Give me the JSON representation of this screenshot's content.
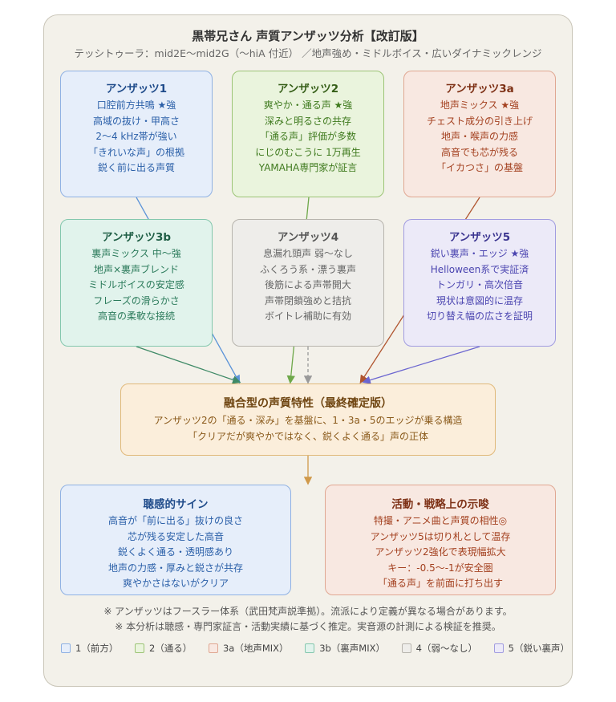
{
  "header": {
    "title": "黒帯兄さん 声質アンザッツ分析【改訂版】",
    "subtitle": "テッシトゥーラ：mid2E〜mid2G（〜hiA 付近） ／地声強め・ミドルボイス・広いダイナミックレンジ"
  },
  "boxes": {
    "a1": {
      "title": "アンザッツ1",
      "lines": [
        "口腔前方共鳴 ★強",
        "高域の抜け・甲高さ",
        "2〜4 kHz帯が強い",
        "「きれいな声」の根拠",
        "鋭く前に出る声質"
      ]
    },
    "a2": {
      "title": "アンザッツ2",
      "lines": [
        "爽やか・通る声 ★強",
        "深みと明るさの共存",
        "「通る声」評価が多数",
        "にじのむこうに 1万再生",
        "YAMAHA専門家が証言"
      ]
    },
    "a3a": {
      "title": "アンザッツ3a",
      "lines": [
        "地声ミックス ★強",
        "チェスト成分の引き上げ",
        "地声・喉声の力感",
        "高音でも芯が残る",
        "「イカつさ」の基盤"
      ]
    },
    "a3b": {
      "title": "アンザッツ3b",
      "lines": [
        "裏声ミックス 中〜強",
        "地声×裏声ブレンド",
        "ミドルボイスの安定感",
        "フレーズの滑らかさ",
        "高音の柔軟な接続"
      ]
    },
    "a4": {
      "title": "アンザッツ4",
      "lines": [
        "息漏れ頭声 弱〜なし",
        "ふくろう系・漂う裏声",
        "後筋による声帯開大",
        "声帯閉鎖強めと拮抗",
        "ボイトレ補助に有効"
      ]
    },
    "a5": {
      "title": "アンザッツ5",
      "lines": [
        "鋭い裏声・エッジ ★強",
        "Helloween系で実証済",
        "トンガリ・高次倍音",
        "現状は意図的に温存",
        "切り替え幅の広さを証明"
      ]
    },
    "fusion": {
      "title": "融合型の声質特性（最終確定版）",
      "lines": [
        "アンザッツ2の「通る・深み」を基盤に、1・3a・5のエッジが乗る構造",
        "「クリアだが爽やかではなく、鋭くよく通る」声の正体"
      ]
    },
    "signs": {
      "title": "聴感的サイン",
      "lines": [
        "高音が「前に出る」抜けの良さ",
        "芯が残る安定した高音",
        "鋭くよく通る・透明感あり",
        "地声の力感・厚みと鋭さが共存",
        "爽やかさはないがクリア"
      ]
    },
    "strategy": {
      "title": "活動・戦略上の示唆",
      "lines": [
        "特撮・アニメ曲と声質の相性◎",
        "アンザッツ5は切り札として温存",
        "アンザッツ2強化で表現幅拡大",
        "キー：-0.5〜-1が安全圏",
        "「通る声」を前面に打ち出す"
      ]
    }
  },
  "notes": [
    "※ アンザッツはフースラー体系（武田梵声説準拠）。流派により定義が異なる場合があります。",
    "※ 本分析は聴感・専門家証言・活動実績に基づく推定。実音源の計測による検証を推奨。"
  ],
  "legend": [
    {
      "label": "1（前方）",
      "color": "#8fb1e3"
    },
    {
      "label": "2（通る）",
      "color": "#9cc476"
    },
    {
      "label": "3a（地声MIX）",
      "color": "#e0a792"
    },
    {
      "label": "3b（裏声MIX）",
      "color": "#83c7ad"
    },
    {
      "label": "4（弱〜なし）",
      "color": "#b7b4ad"
    },
    {
      "label": "5（鋭い裏声）",
      "color": "#a19ce0"
    }
  ]
}
